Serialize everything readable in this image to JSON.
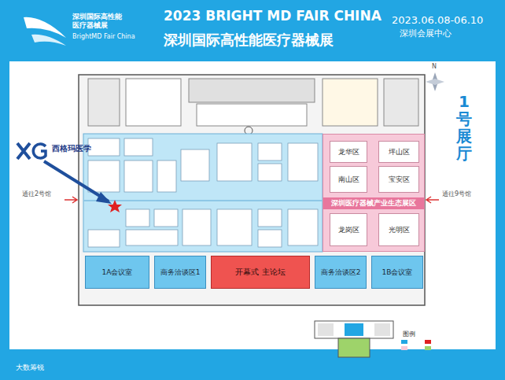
{
  "diagram": {
    "title": "2023 BRIGHT MD FAIR CHINA",
    "nodes": [
      {
        "text": [
          "深圳医疗器械产业生态展区"
        ]
      },
      {
        "text": [
          "龙华区"
        ],
        "in": 0
      },
      {
        "text": [
          "坪山区"
        ],
        "in": 0
      },
      {
        "text": [
          "南山区"
        ],
        "in": 0
      },
      {
        "text": [
          "宝安区"
        ],
        "in": 0
      },
      {
        "text": [
          "龙岗区"
        ],
        "in": 0
      },
      {
        "text": [
          "光明区"
        ],
        "in": 0
      },
      {
        "text": [
          "1A会议室"
        ]
      },
      {
        "text": [
          "商务洽谈区1"
        ]
      },
      {
        "text": [
          "开幕式 主论坛"
        ]
      },
      {
        "text": [
          "商务洽谈区2"
        ]
      },
      {
        "text": [
          "1B会议室"
        ]
      }
    ],
    "labels": [
      "深圳国际高性能 医疗器械展",
      "BrightMD Fair China",
      "深圳国际高性能医疗器械展",
      "2023.06.08-06.10",
      "深圳会展中心",
      "1号展厅",
      "N",
      "西格玛医学",
      "通往2号馆",
      "通往9号馆",
      "图例",
      "大数筹锐"
    ]
  }
}
